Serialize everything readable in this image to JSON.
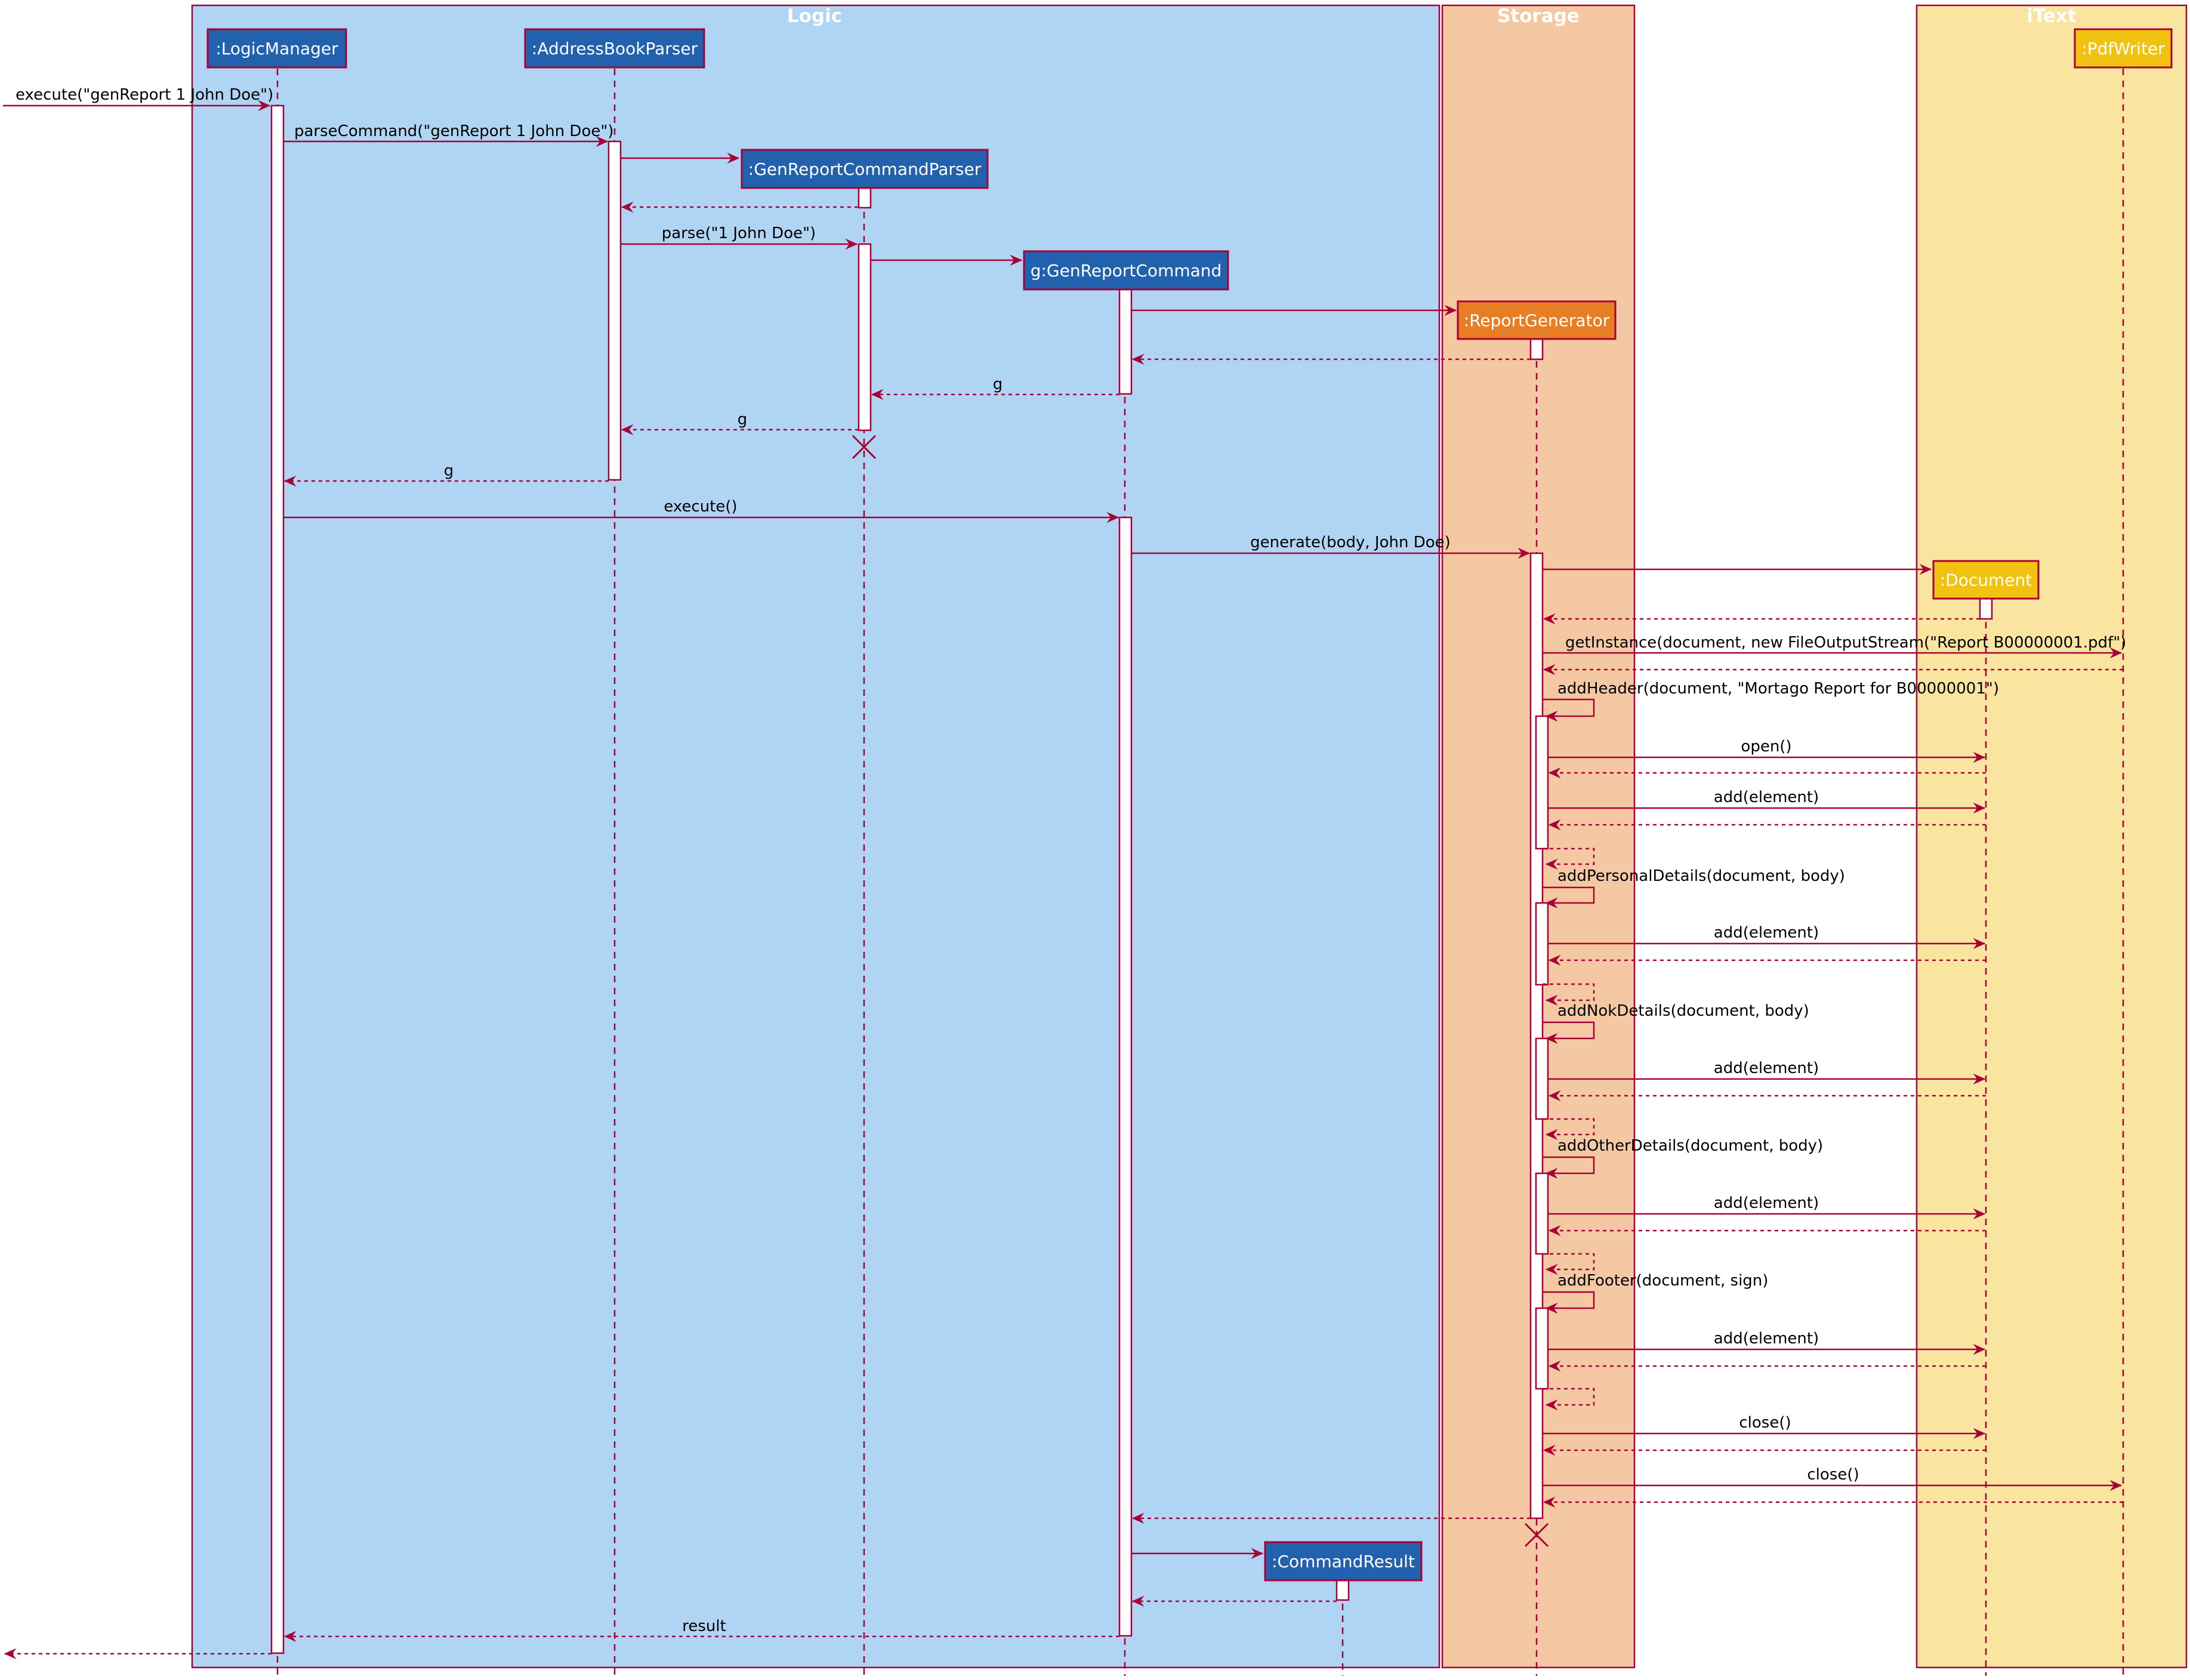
{
  "diagram_type": "sequence",
  "colors": {
    "line": "#A80036",
    "logic_bg": "#B0D4F4",
    "storage_bg": "#F4C8A2",
    "itext_bg": "#F9E5A0",
    "logic_participant": "#2161AE",
    "storage_participant": "#E77E24",
    "itext_participant": "#F1C20F"
  },
  "packages": [
    {
      "id": "logic",
      "title": "Logic"
    },
    {
      "id": "storage",
      "title": "Storage"
    },
    {
      "id": "itext",
      "title": "iText"
    }
  ],
  "participants": [
    {
      "id": "lm",
      "label": ":LogicManager"
    },
    {
      "id": "abp",
      "label": ":AddressBookParser"
    },
    {
      "id": "grcp",
      "label": ":GenReportCommandParser"
    },
    {
      "id": "grc",
      "label": "g:GenReportCommand"
    },
    {
      "id": "rg",
      "label": ":ReportGenerator"
    },
    {
      "id": "doc",
      "label": ":Document"
    },
    {
      "id": "pdf",
      "label": ":PdfWriter"
    },
    {
      "id": "cr",
      "label": ":CommandResult"
    }
  ],
  "messages": [
    {
      "id": "m1",
      "label": "execute(\"genReport 1 John Doe\")"
    },
    {
      "id": "m2",
      "label": "parseCommand(\"genReport 1 John Doe\")"
    },
    {
      "id": "m3",
      "label": "parse(\"1 John Doe\")"
    },
    {
      "id": "m4",
      "label": "g"
    },
    {
      "id": "m5",
      "label": "g"
    },
    {
      "id": "m6",
      "label": "g"
    },
    {
      "id": "m7",
      "label": "execute()"
    },
    {
      "id": "m8",
      "label": "generate(body, John Doe)"
    },
    {
      "id": "m9",
      "label": "getInstance(document, new FileOutputStream(\"Report B00000001.pdf\")"
    },
    {
      "id": "m10",
      "label": "addHeader(document, \"Mortago Report for B00000001\")"
    },
    {
      "id": "m11",
      "label": "open()"
    },
    {
      "id": "m12",
      "label": "add(element)"
    },
    {
      "id": "m13",
      "label": "addPersonalDetails(document, body)"
    },
    {
      "id": "m14",
      "label": "add(element)"
    },
    {
      "id": "m15",
      "label": "addNokDetails(document, body)"
    },
    {
      "id": "m16",
      "label": "add(element)"
    },
    {
      "id": "m17",
      "label": "addOtherDetails(document, body)"
    },
    {
      "id": "m18",
      "label": "add(element)"
    },
    {
      "id": "m19",
      "label": "addFooter(document, sign)"
    },
    {
      "id": "m20",
      "label": "add(element)"
    },
    {
      "id": "m21",
      "label": "close()"
    },
    {
      "id": "m22",
      "label": "close()"
    },
    {
      "id": "m23",
      "label": "result"
    }
  ]
}
